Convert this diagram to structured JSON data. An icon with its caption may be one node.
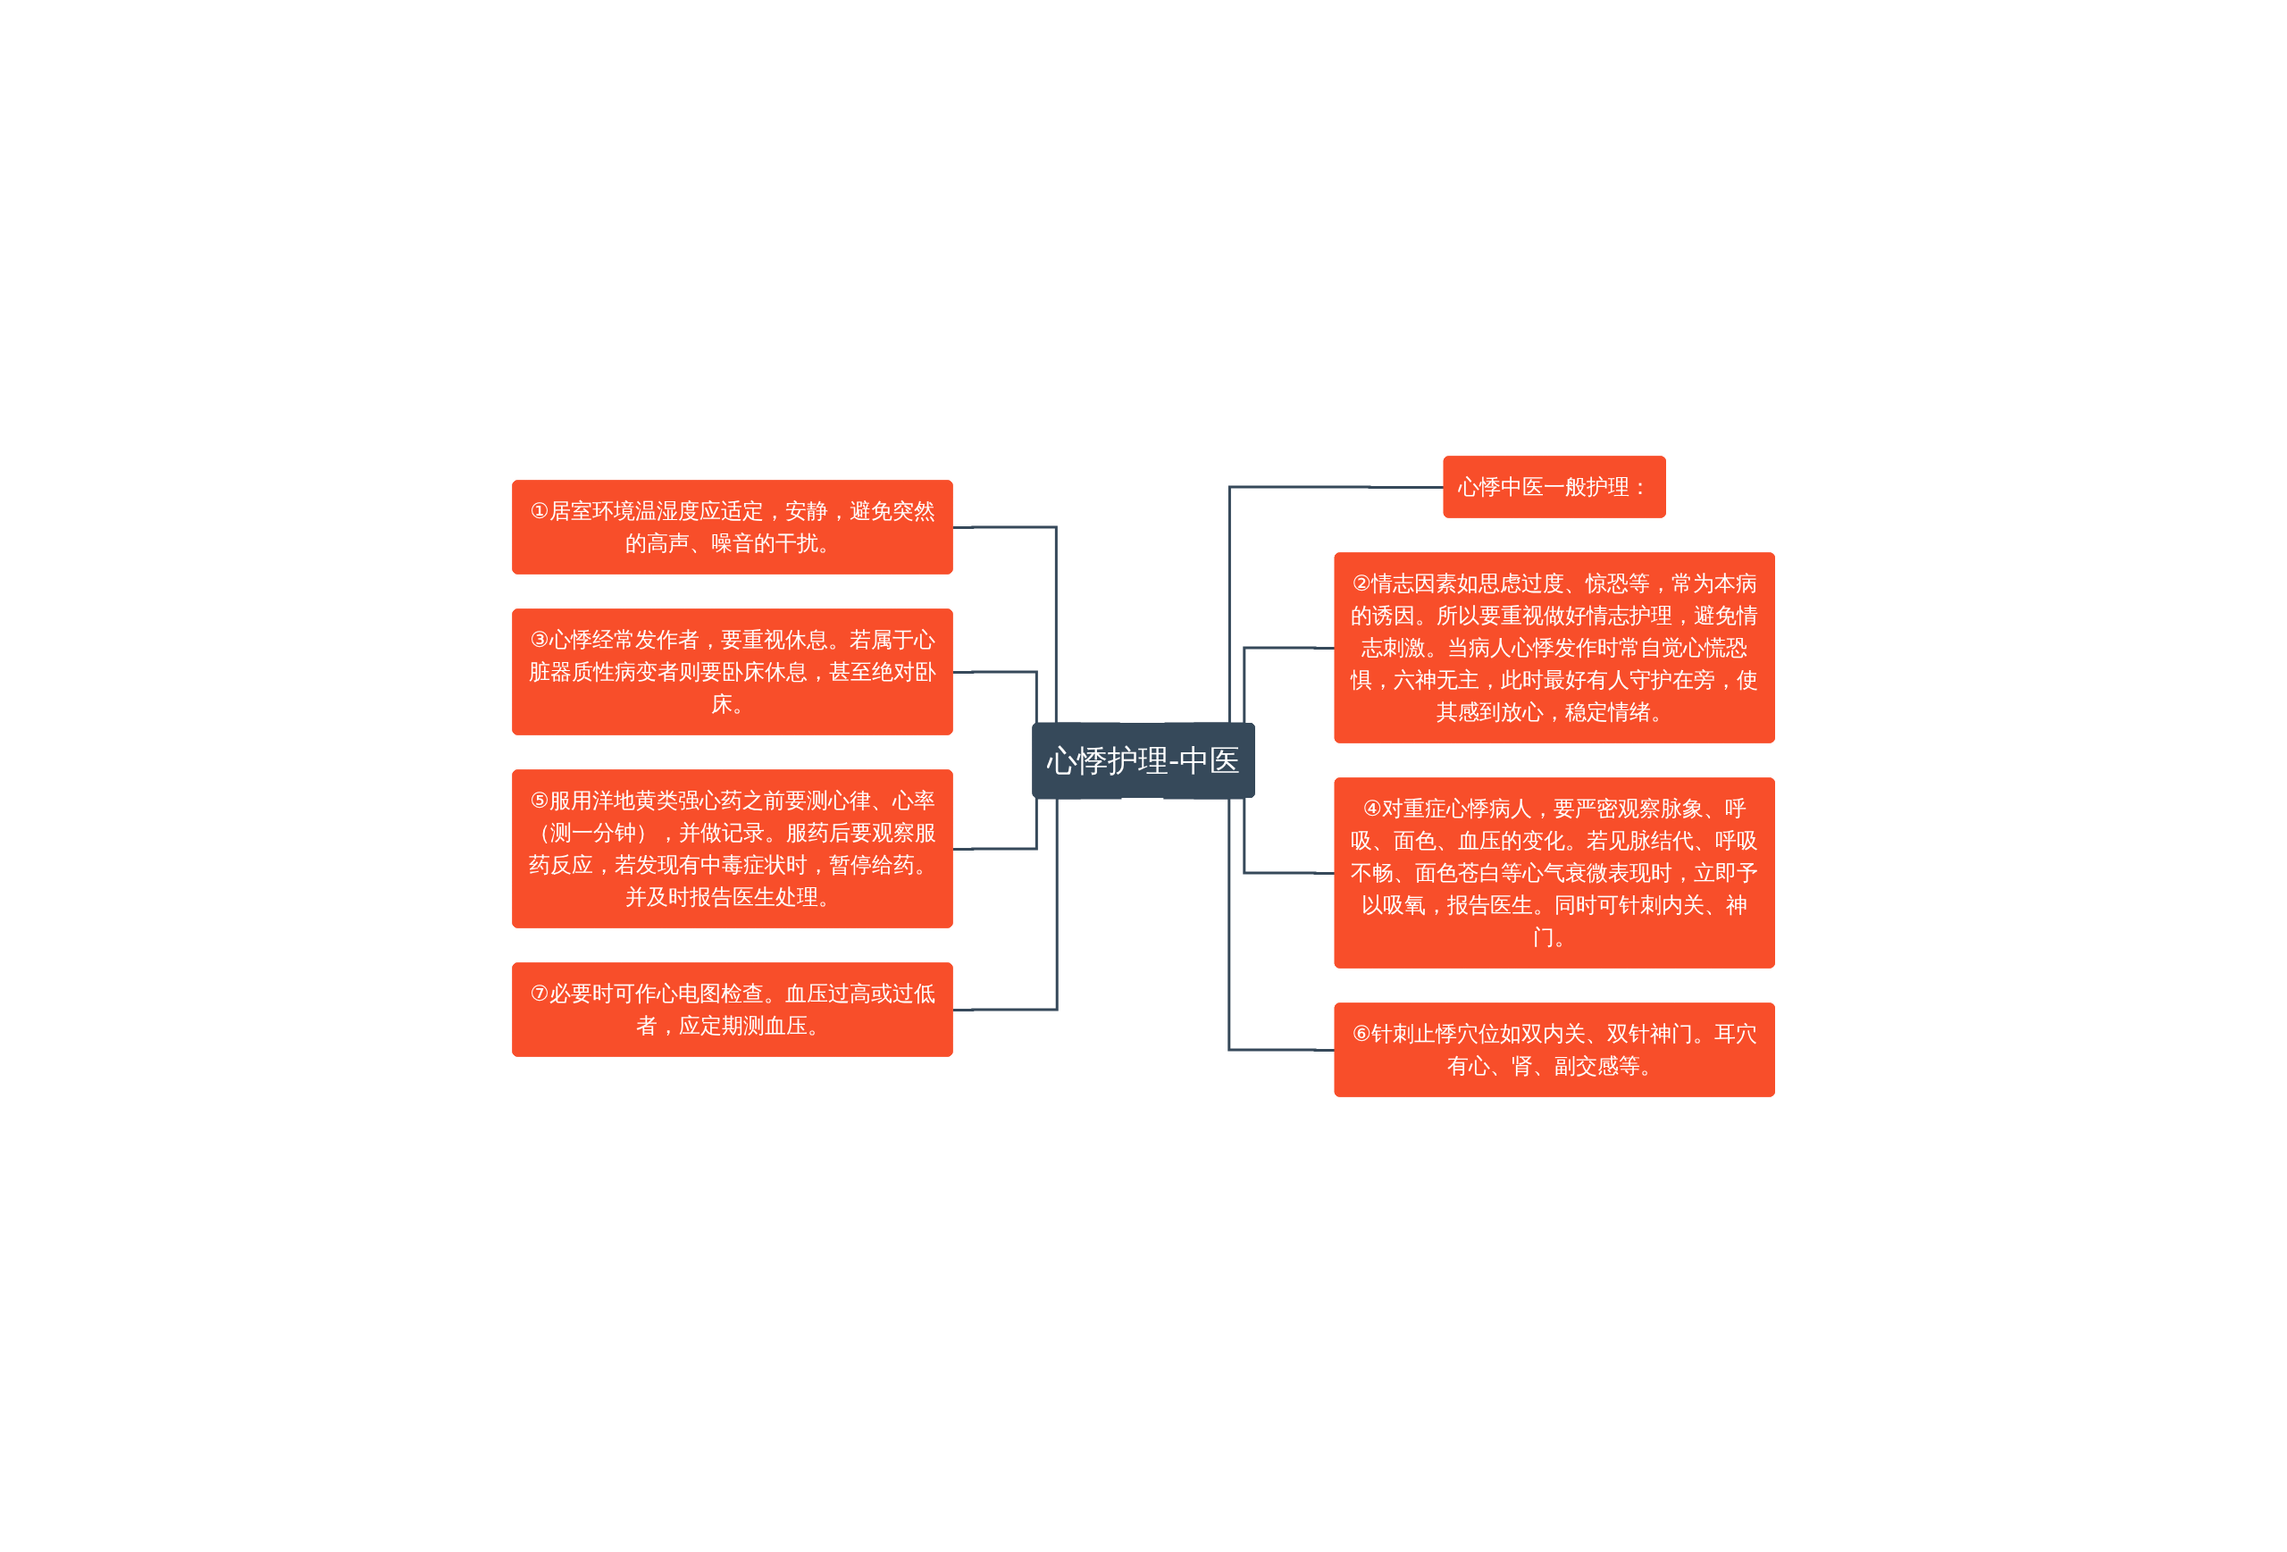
{
  "diagram": {
    "nodes": [
      {
        "text": [
          "心悸护理-中医"
        ]
      },
      {
        "text": [
          "①居室环境温湿度应适定，安静，避免突然的高声、噪音的干扰。"
        ]
      },
      {
        "text": [
          "③心悸经常发作者，要重视休息。若属于心脏器质性病变者则要卧床休息，甚至绝对卧床。"
        ]
      },
      {
        "text": [
          "⑤服用洋地黄类强心药之前要测心律、心率（测一分钟），并做记录。服药后要观察服药反应，若发现有中毒症状时，暂停给药。并及时报告医生处理。"
        ]
      },
      {
        "text": [
          "⑦必要时可作心电图检查。血压过高或过低者，应定期测血压。"
        ]
      },
      {
        "text": [
          "心悸中医一般护理："
        ]
      },
      {
        "text": [
          "②情志因素如思虑过度、惊恐等，常为本病的诱因。所以要重视做好情志护理，避免情志刺激。当病人心悸发作时常自觉心慌恐惧，六神无主，此时最好有人守护在旁，使其感到放心，稳定情绪。"
        ]
      },
      {
        "text": [
          "④对重症心悸病人，要严密观察脉象、呼吸、面色、血压的变化。若见脉结代、呼吸不畅、面色苍白等心气衰微表现时，立即予以吸氧，报告医生。同时可针刺内关、神门。"
        ]
      },
      {
        "text": [
          "⑥针刺止悸穴位如双内关、双针神门。耳穴有心、肾、副交感等。"
        ]
      }
    ],
    "edges": [
      {
        "from": 0,
        "to": 1,
        "arrow": "none"
      },
      {
        "from": 0,
        "to": 2,
        "arrow": "none"
      },
      {
        "from": 0,
        "to": 3,
        "arrow": "none"
      },
      {
        "from": 0,
        "to": 4,
        "arrow": "none"
      },
      {
        "from": 0,
        "to": 5,
        "arrow": "none"
      },
      {
        "from": 0,
        "to": 6,
        "arrow": "none"
      },
      {
        "from": 0,
        "to": 7,
        "arrow": "none"
      },
      {
        "from": 0,
        "to": 8,
        "arrow": "none"
      }
    ]
  }
}
